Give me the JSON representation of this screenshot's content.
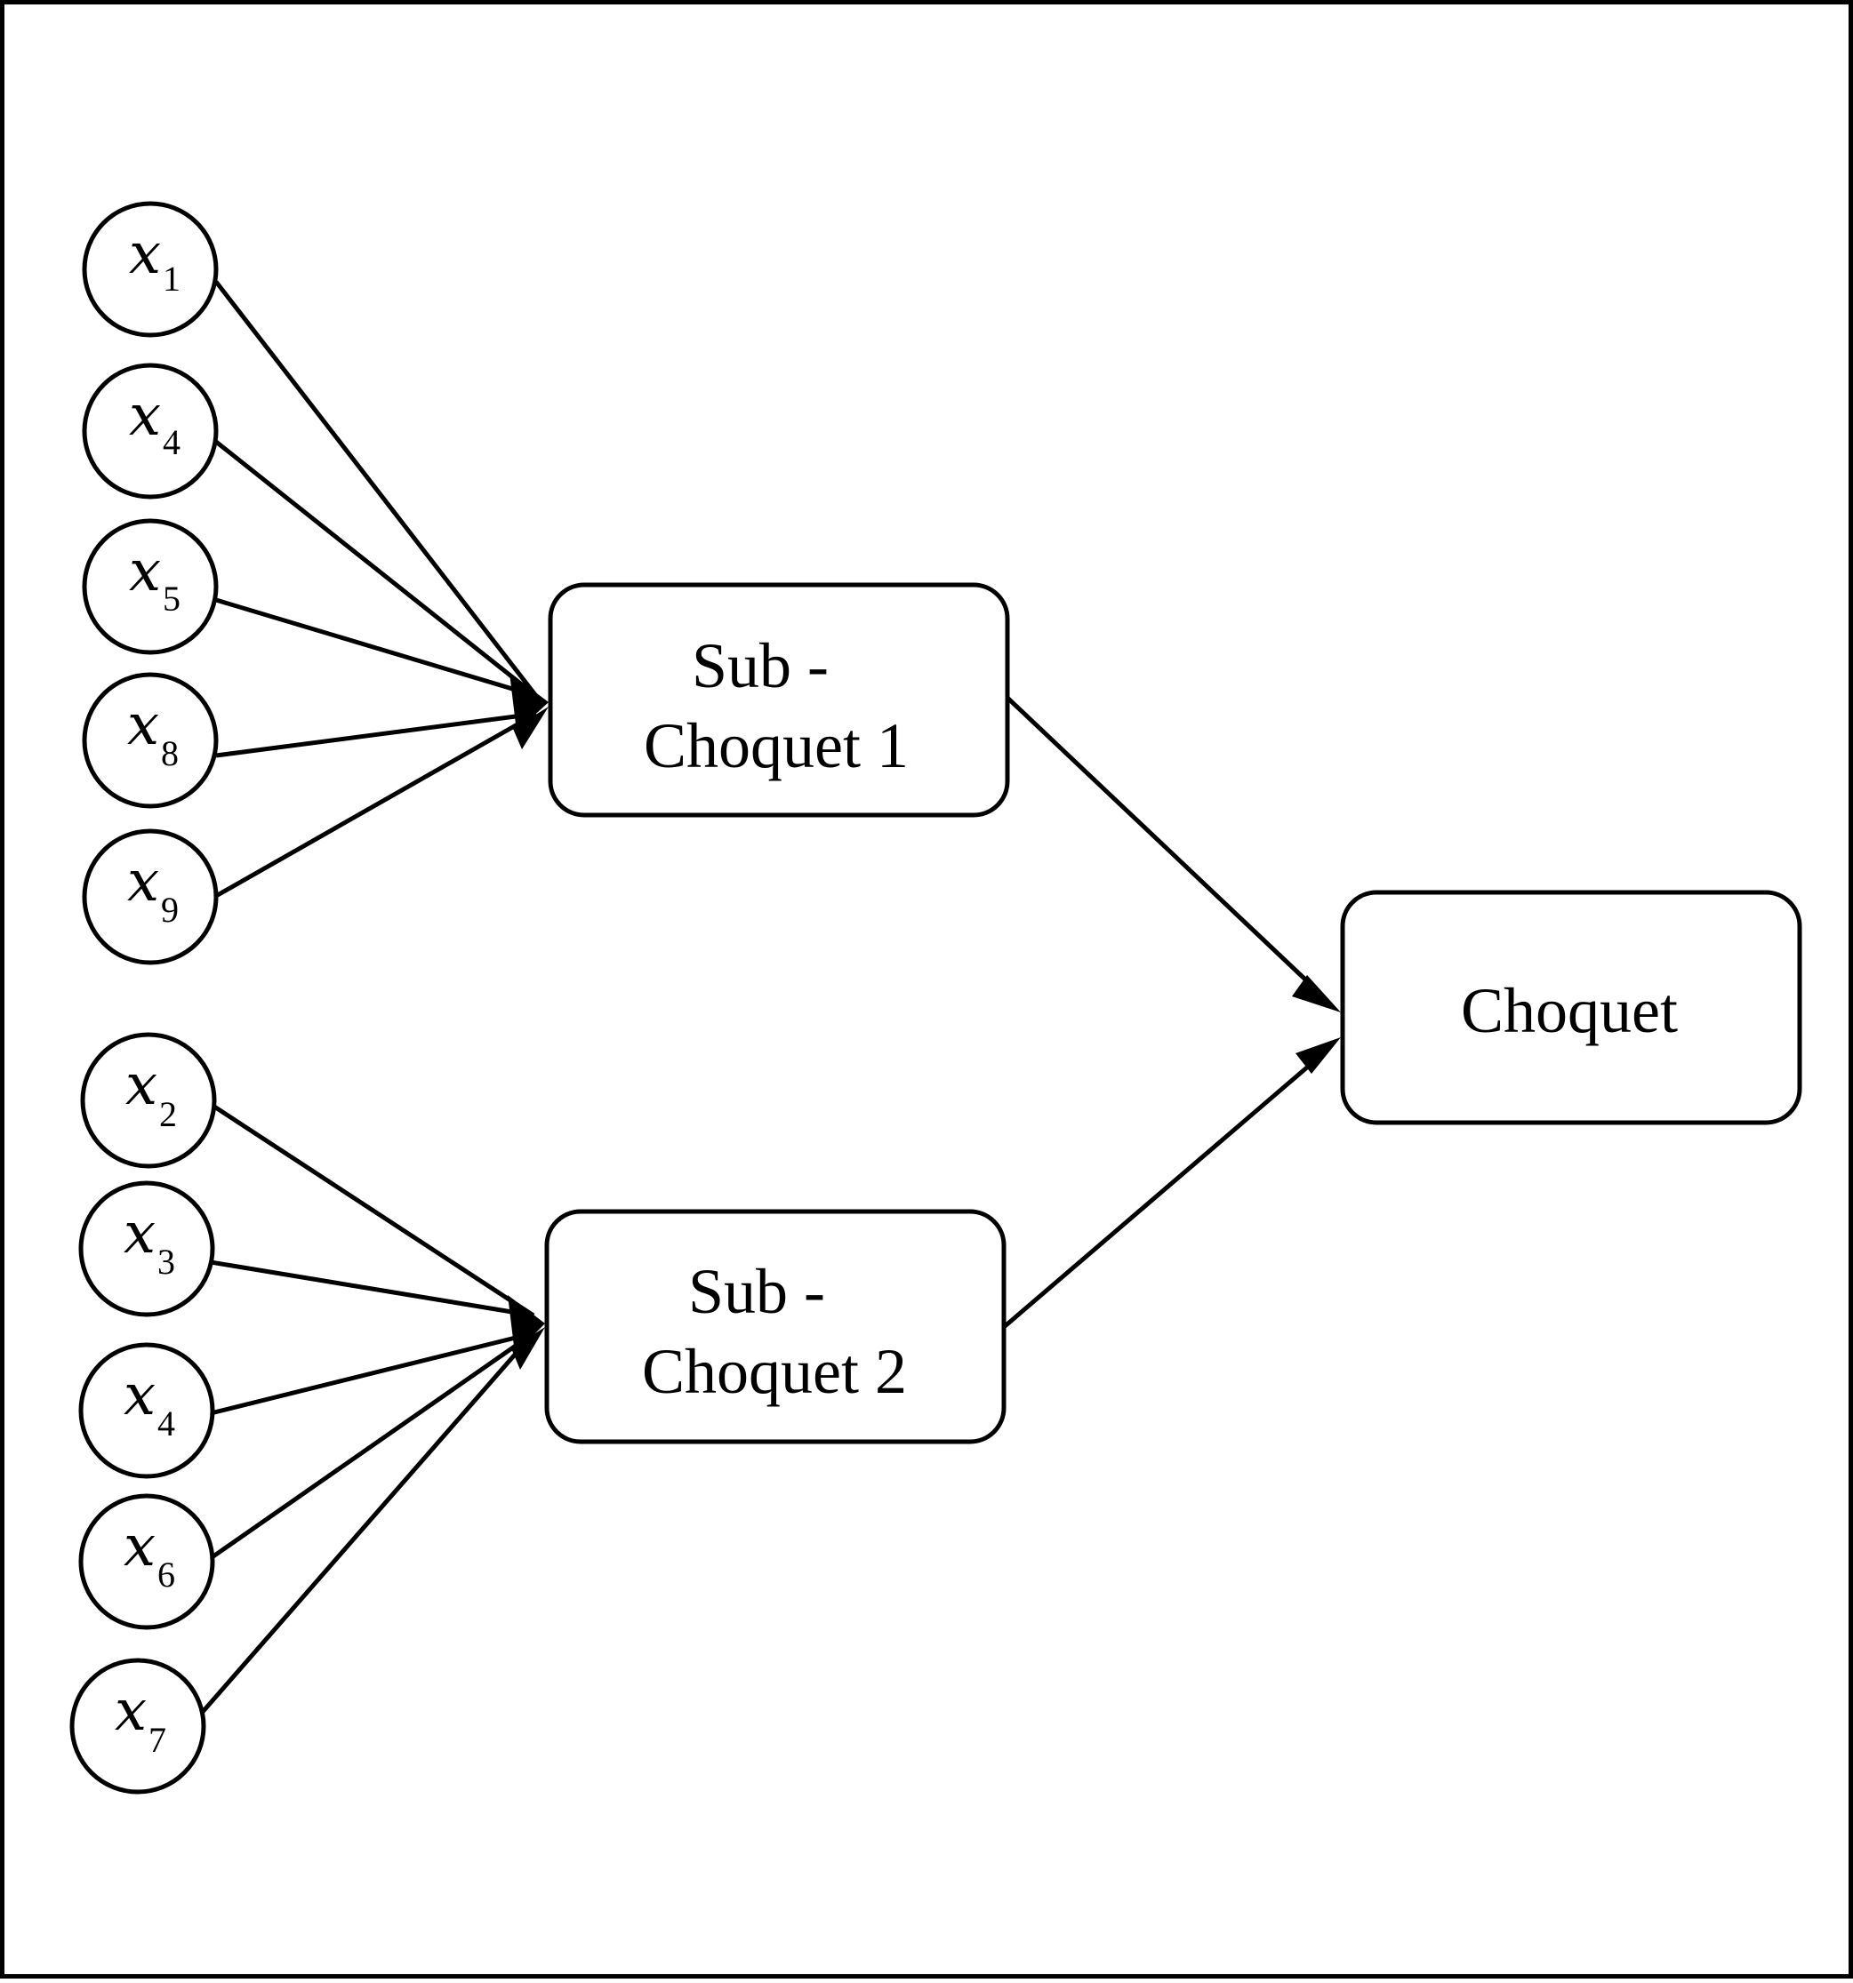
{
  "diagram": {
    "inputs_group_1": [
      {
        "var": "x",
        "sub": "1"
      },
      {
        "var": "x",
        "sub": "4"
      },
      {
        "var": "x",
        "sub": "5"
      },
      {
        "var": "x",
        "sub": "8"
      },
      {
        "var": "x",
        "sub": "9"
      }
    ],
    "inputs_group_2": [
      {
        "var": "x",
        "sub": "2"
      },
      {
        "var": "x",
        "sub": "3"
      },
      {
        "var": "x",
        "sub": "4"
      },
      {
        "var": "x",
        "sub": "6"
      },
      {
        "var": "x",
        "sub": "7"
      }
    ],
    "sub_choquet_1": {
      "line1": "Sub -",
      "line2": "Choquet 1"
    },
    "sub_choquet_2": {
      "line1": "Sub -",
      "line2": "Choquet 2"
    },
    "final": {
      "label": "Choquet"
    },
    "colors": {
      "stroke": "#000000",
      "background": "#ffffff"
    }
  }
}
